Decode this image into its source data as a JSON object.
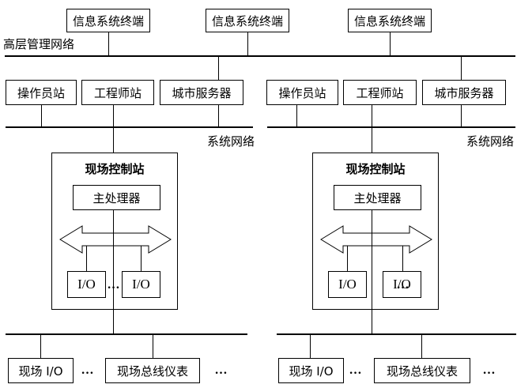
{
  "diagram": {
    "labels": {
      "management_network": "高层管理网络",
      "system_network_left": "系统网络",
      "system_network_right": "系统网络"
    },
    "terminals": [
      {
        "label": "信息系统终端"
      },
      {
        "label": "信息系统终端"
      },
      {
        "label": "信息系统终端"
      }
    ],
    "groups": [
      {
        "operator_station": "操作员站",
        "engineer_station": "工程师站",
        "city_server": "城市服务器"
      },
      {
        "operator_station": "操作员站",
        "engineer_station": "工程师站",
        "city_server": "城市服务器"
      }
    ],
    "stations": [
      {
        "title": "现场控制站",
        "processor": "主处理器",
        "io1": "I/O",
        "io2": "I/O",
        "ellipsis": "…"
      },
      {
        "title": "现场控制站",
        "processor": "主处理器",
        "io1": "I/O",
        "io2": "I/O",
        "ellipsis": "…"
      }
    ],
    "field_level": [
      {
        "field_io": "现场 I/O",
        "ellipsis1": "…",
        "fieldbus_instruments": "现场总线仪表",
        "ellipsis2": "…"
      },
      {
        "field_io": "现场 I/O",
        "ellipsis1": "…",
        "fieldbus_instruments": "现场总线仪表",
        "ellipsis2": "…"
      }
    ],
    "colors": {
      "line": "#000000",
      "box_border": "#000000",
      "box_fill": "#ffffff",
      "background": "#ffffff",
      "text": "#000000"
    }
  }
}
